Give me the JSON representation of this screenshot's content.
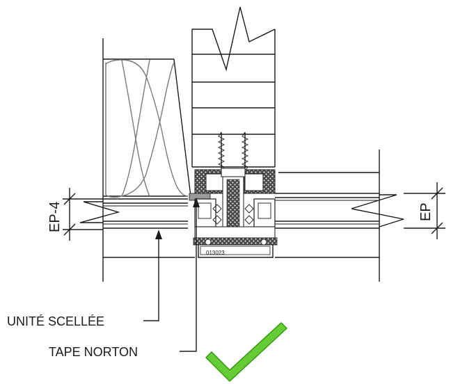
{
  "labels": {
    "sealed_unit": "UNITÉ SCELLÉE",
    "tape": "TAPE NORTON",
    "part_number": "013023"
  },
  "dimensions": {
    "left": "EP-4",
    "right": "EP"
  },
  "colors": {
    "line": "#1a1a1a",
    "insulation": "#7a7a7a",
    "seal": "#333333",
    "checkmark": "#44bb22"
  },
  "icons": {
    "approval": "checkmark-icon"
  }
}
